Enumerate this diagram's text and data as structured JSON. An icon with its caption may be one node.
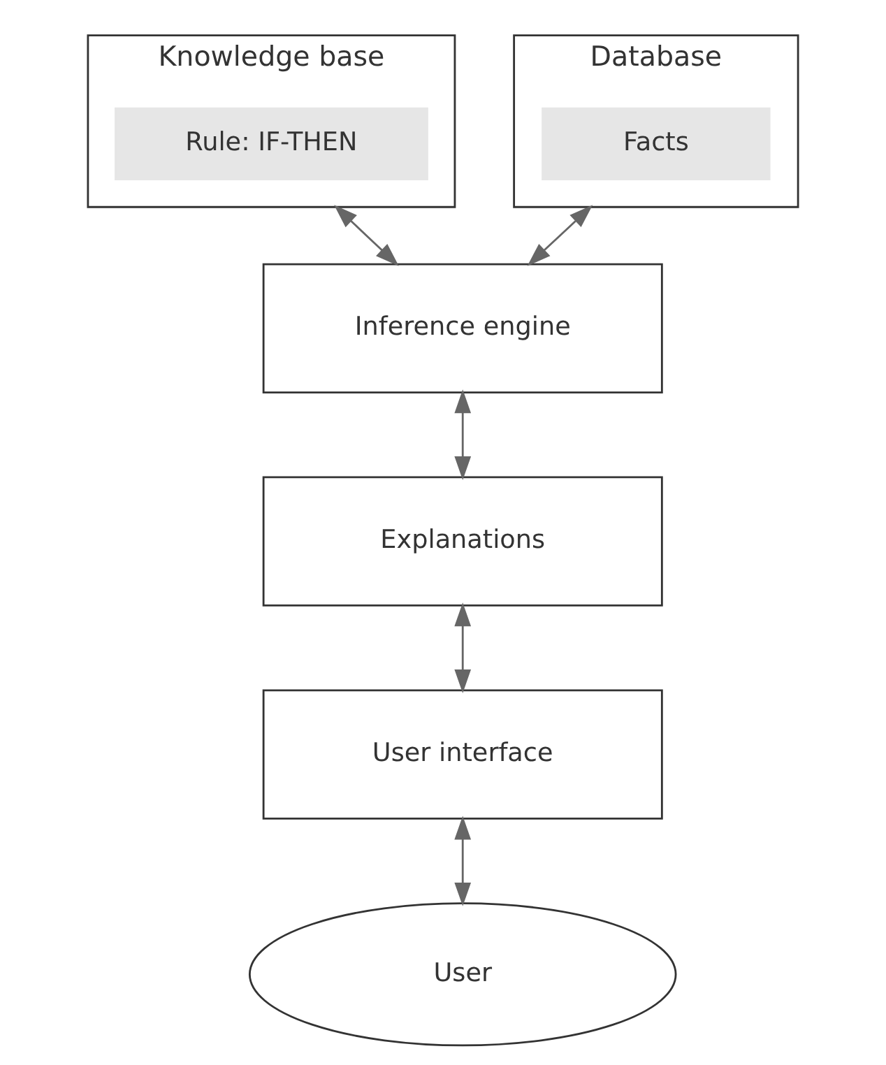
{
  "diagram": {
    "nodes": [
      {
        "text": [
          "Knowledge base"
        ]
      },
      {
        "text": [
          "Rule: IF-THEN"
        ],
        "in": 0
      },
      {
        "text": [
          "Database"
        ]
      },
      {
        "text": [
          "Facts"
        ],
        "in": 2
      },
      {
        "text": [
          "Inference engine"
        ]
      },
      {
        "text": [
          "Explanations"
        ]
      },
      {
        "text": [
          "User interface"
        ]
      },
      {
        "text": [
          "User"
        ]
      }
    ],
    "edges": [
      {
        "from": 0,
        "to": 4,
        "arrow": "both"
      },
      {
        "from": 2,
        "to": 4,
        "arrow": "both"
      },
      {
        "from": 4,
        "to": 5,
        "arrow": "both"
      },
      {
        "from": 5,
        "to": 6,
        "arrow": "both"
      },
      {
        "from": 6,
        "to": 7,
        "arrow": "both"
      }
    ]
  }
}
